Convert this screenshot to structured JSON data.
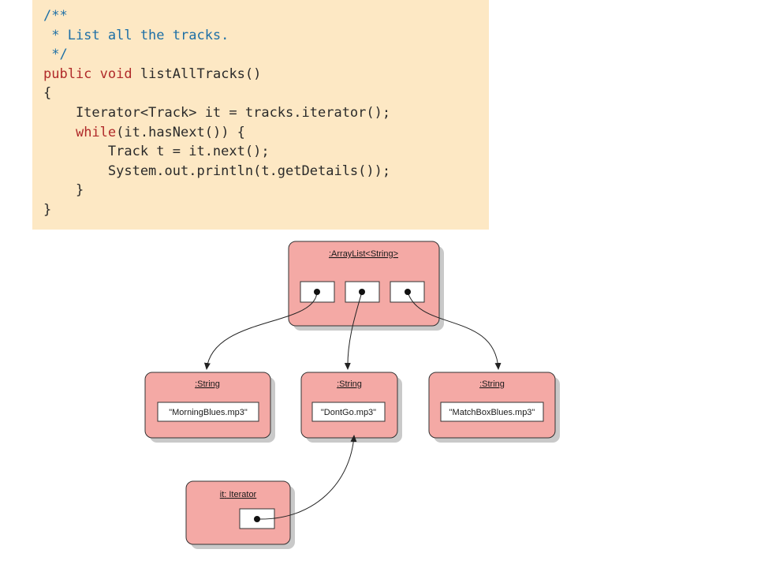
{
  "code": {
    "lines": [
      [
        {
          "t": "/**",
          "k": "comment"
        }
      ],
      [
        {
          "t": " * List all the tracks.",
          "k": "comment"
        }
      ],
      [
        {
          "t": " */",
          "k": "comment"
        }
      ],
      [
        {
          "t": "public",
          "k": "kw"
        },
        {
          "t": " ",
          "k": "plain"
        },
        {
          "t": "void",
          "k": "kw"
        },
        {
          "t": " listAllTracks()",
          "k": "plain"
        }
      ],
      [
        {
          "t": "{",
          "k": "plain"
        }
      ],
      [
        {
          "t": "    Iterator<Track> it = tracks.iterator();",
          "k": "plain"
        }
      ],
      [
        {
          "t": "    ",
          "k": "plain"
        },
        {
          "t": "while",
          "k": "kw"
        },
        {
          "t": "(it.hasNext()) {",
          "k": "plain"
        }
      ],
      [
        {
          "t": "        Track t = it.next();",
          "k": "plain"
        }
      ],
      [
        {
          "t": "        System.out.println(t.getDetails());",
          "k": "plain"
        }
      ],
      [
        {
          "t": "    }",
          "k": "plain"
        }
      ],
      [
        {
          "t": "}",
          "k": "plain"
        }
      ]
    ]
  },
  "diagram": {
    "arraylist": {
      "title": ":ArrayList<String>"
    },
    "strings": [
      {
        "title": ":String",
        "value": "\"MorningBlues.mp3\""
      },
      {
        "title": ":String",
        "value": "\"DontGo.mp3\""
      },
      {
        "title": ":String",
        "value": "\"MatchBoxBlues.mp3\""
      }
    ],
    "iterator": {
      "name": "it",
      "sep": ":",
      "type": "Iterator"
    }
  },
  "colors": {
    "code_bg": "#fde8c4",
    "comment": "#1d6fa6",
    "keyword": "#b02a2a",
    "object_fill": "#f4a9a5",
    "object_shadow": "#c9c9c9"
  }
}
